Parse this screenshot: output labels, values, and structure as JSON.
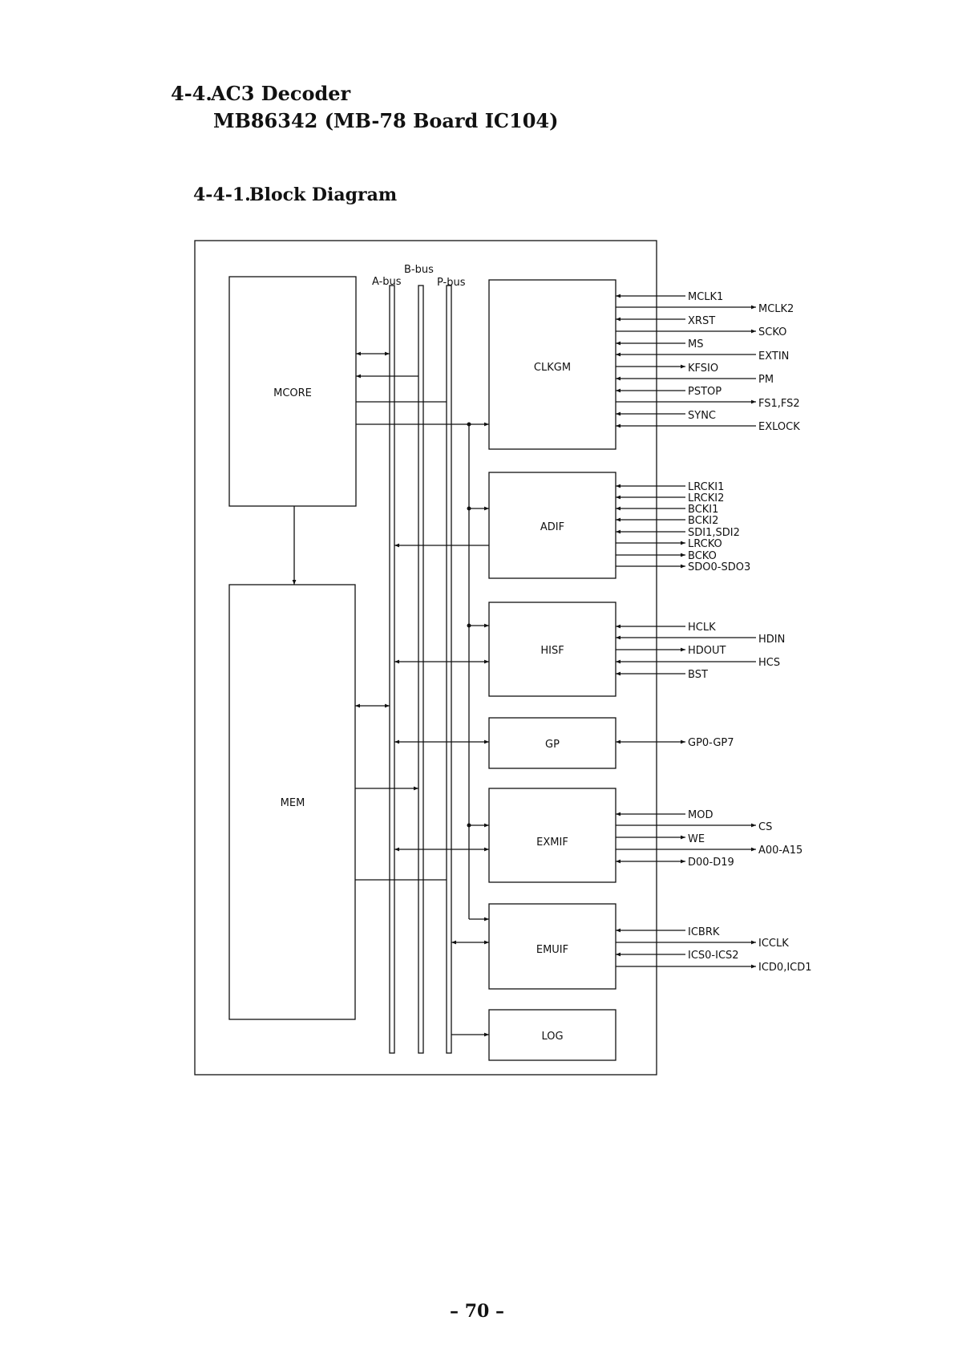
{
  "section": {
    "number": "4-4.",
    "title": "AC3 Decoder",
    "subtitle": "MB86342 (MB-78 Board IC104)"
  },
  "subsection": {
    "number": "4-4-1.",
    "title": "Block Diagram"
  },
  "buses": {
    "a_bus": "A-bus",
    "b_bus": "B-bus",
    "p_bus": "P-bus"
  },
  "blocks": {
    "mcore": "MCORE",
    "mem": "MEM",
    "clkgm": "CLKGM",
    "adif": "ADIF",
    "hisf": "HISF",
    "gp": "GP",
    "exmif": "EXMIF",
    "emuif": "EMUIF",
    "log": "LOG"
  },
  "signals": {
    "clkgm_inner": [
      "MCLK1",
      "XRST",
      "MS",
      "KFSIO",
      "PSTOP",
      "SYNC"
    ],
    "clkgm_outer": [
      "MCLK2",
      "SCKO",
      "EXTIN",
      "PM",
      "FS1,FS2",
      "EXLOCK"
    ],
    "adif": [
      "LRCKI1",
      "LRCKI2",
      "BCKI1",
      "BCKI2",
      "SDI1,SDI2",
      "LRCKO",
      "BCKO",
      "SDO0-SDO3"
    ],
    "hisf_inner": [
      "HCLK",
      "HDOUT",
      "BST"
    ],
    "hisf_outer": [
      "HDIN",
      "HCS"
    ],
    "gp": [
      "GP0-GP7"
    ],
    "exmif_inner": [
      "MOD",
      "WE",
      "D00-D19"
    ],
    "exmif_outer": [
      "CS",
      "A00-A15"
    ],
    "emuif_inner": [
      "ICBRK",
      "ICS0-ICS2"
    ],
    "emuif_outer": [
      "ICCLK",
      "ICD0,ICD1"
    ]
  },
  "page_number": "– 70 –"
}
